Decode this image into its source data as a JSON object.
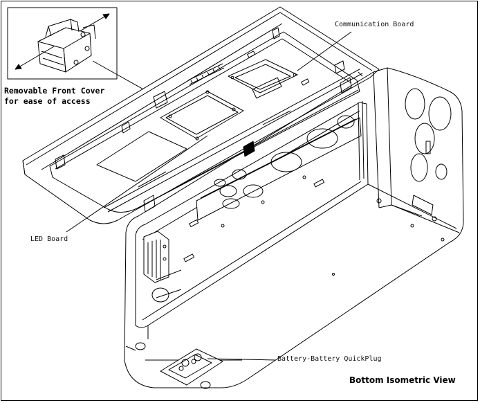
{
  "labels": {
    "cover_line1": "Removable Front Cover",
    "cover_line2": "for ease of access",
    "communication_board": "Communication Board",
    "led_board": "LED Board",
    "battery_quickplug": "Battery-Battery QuickPlug",
    "view_title": "Bottom Isometric View"
  },
  "colors": {
    "line": "#000000",
    "background": "#ffffff"
  }
}
